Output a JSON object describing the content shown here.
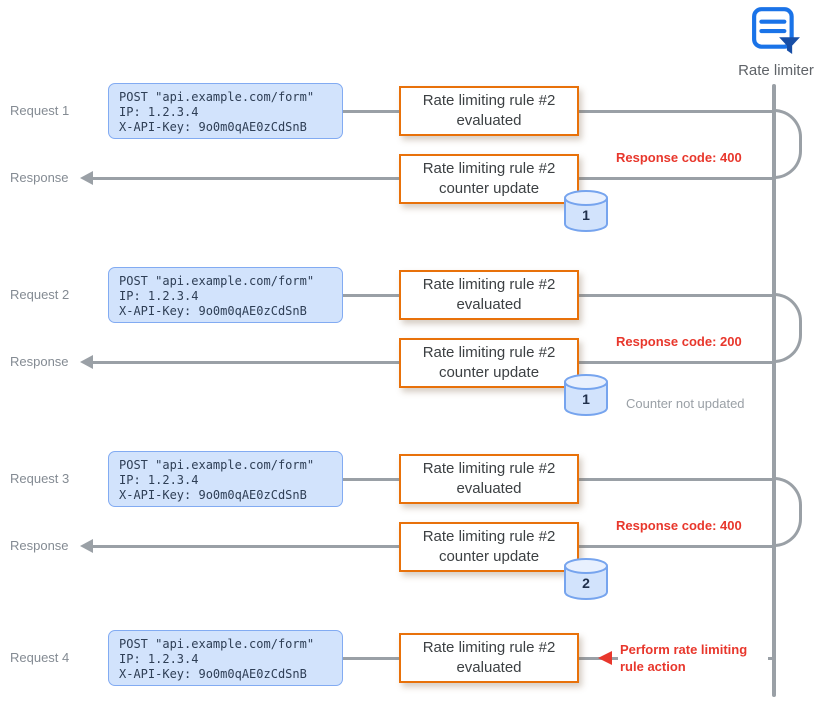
{
  "actor": {
    "label": "Rate limiter",
    "icon_name": "rate-limiter-icon"
  },
  "rows": [
    {
      "label": "Request 1",
      "request": {
        "line1": "POST \"api.example.com/form\"",
        "line2": "IP: 1.2.3.4",
        "line3": "X-API-Key: 9o0m0qAE0zCdSnB"
      },
      "evaluated": {
        "line1": "Rate limiting rule #2",
        "line2": "evaluated"
      },
      "response_label": "Response",
      "counter": {
        "line1": "Rate limiting rule #2",
        "line2": "counter update"
      },
      "counter_value": "1",
      "response_code": "Response code: 400"
    },
    {
      "label": "Request 2",
      "request": {
        "line1": "POST \"api.example.com/form\"",
        "line2": "IP: 1.2.3.4",
        "line3": "X-API-Key: 9o0m0qAE0zCdSnB"
      },
      "evaluated": {
        "line1": "Rate limiting rule #2",
        "line2": "evaluated"
      },
      "response_label": "Response",
      "counter": {
        "line1": "Rate limiting rule #2",
        "line2": "counter update"
      },
      "counter_value": "1",
      "response_code": "Response code: 200",
      "counter_note": "Counter not updated"
    },
    {
      "label": "Request 3",
      "request": {
        "line1": "POST \"api.example.com/form\"",
        "line2": "IP: 1.2.3.4",
        "line3": "X-API-Key: 9o0m0qAE0zCdSnB"
      },
      "evaluated": {
        "line1": "Rate limiting rule #2",
        "line2": "evaluated"
      },
      "response_label": "Response",
      "counter": {
        "line1": "Rate limiting rule #2",
        "line2": "counter update"
      },
      "counter_value": "2",
      "response_code": "Response code: 400"
    },
    {
      "label": "Request 4",
      "request": {
        "line1": "POST \"api.example.com/form\"",
        "line2": "IP: 1.2.3.4",
        "line3": "X-API-Key: 9o0m0qAE0zCdSnB"
      },
      "evaluated": {
        "line1": "Rate limiting rule #2",
        "line2": "evaluated"
      },
      "action_note": "Perform rate limiting rule action"
    }
  ],
  "colors": {
    "accent_orange": "#e8710a",
    "request_fill": "#d2e3fc",
    "line_gray": "#9aa0a6",
    "alert_red": "#e8372c",
    "brand_blue": "#1a73e8"
  }
}
